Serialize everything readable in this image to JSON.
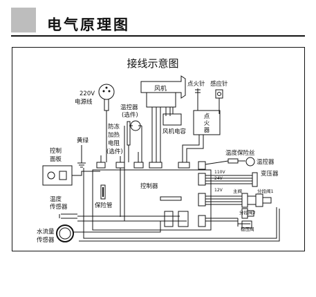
{
  "header": {
    "title": "电气原理图"
  },
  "diagram": {
    "title": "接线示意图",
    "labels": {
      "fan": "风机",
      "ignition_needle": "点火针",
      "sensing_needle": "感应针",
      "power_cord_voltage": "220V",
      "power_cord": "电源线",
      "thermostat_optional_1": "温控器",
      "thermostat_optional_2": "(选件)",
      "antifreeze_1": "防冻",
      "antifreeze_2": "加热",
      "antifreeze_3": "电阻",
      "antifreeze_4": "(选件)",
      "fan_capacitor": "风机电容",
      "igniter_1": "点",
      "igniter_2": "火",
      "igniter_3": "器",
      "yellow_green": "黄绿",
      "control_panel_1": "控制",
      "control_panel_2": "面板",
      "temp_fuse": "温度保险丝",
      "thermostat": "温控器",
      "transformer": "变压器",
      "v110": "110V",
      "v24": "24V",
      "v12": "12V",
      "main_valve": "主阀",
      "section_valve_1": "分段阀1",
      "section_valve_2": "分段阀2",
      "pressure_valve": "稳压阀",
      "controller": "控制器",
      "fuse_tube": "保险管",
      "temp_sensor_1": "温度",
      "temp_sensor_2": "传感器",
      "flow_sensor_1": "水流量",
      "flow_sensor_2": "传感器"
    }
  }
}
